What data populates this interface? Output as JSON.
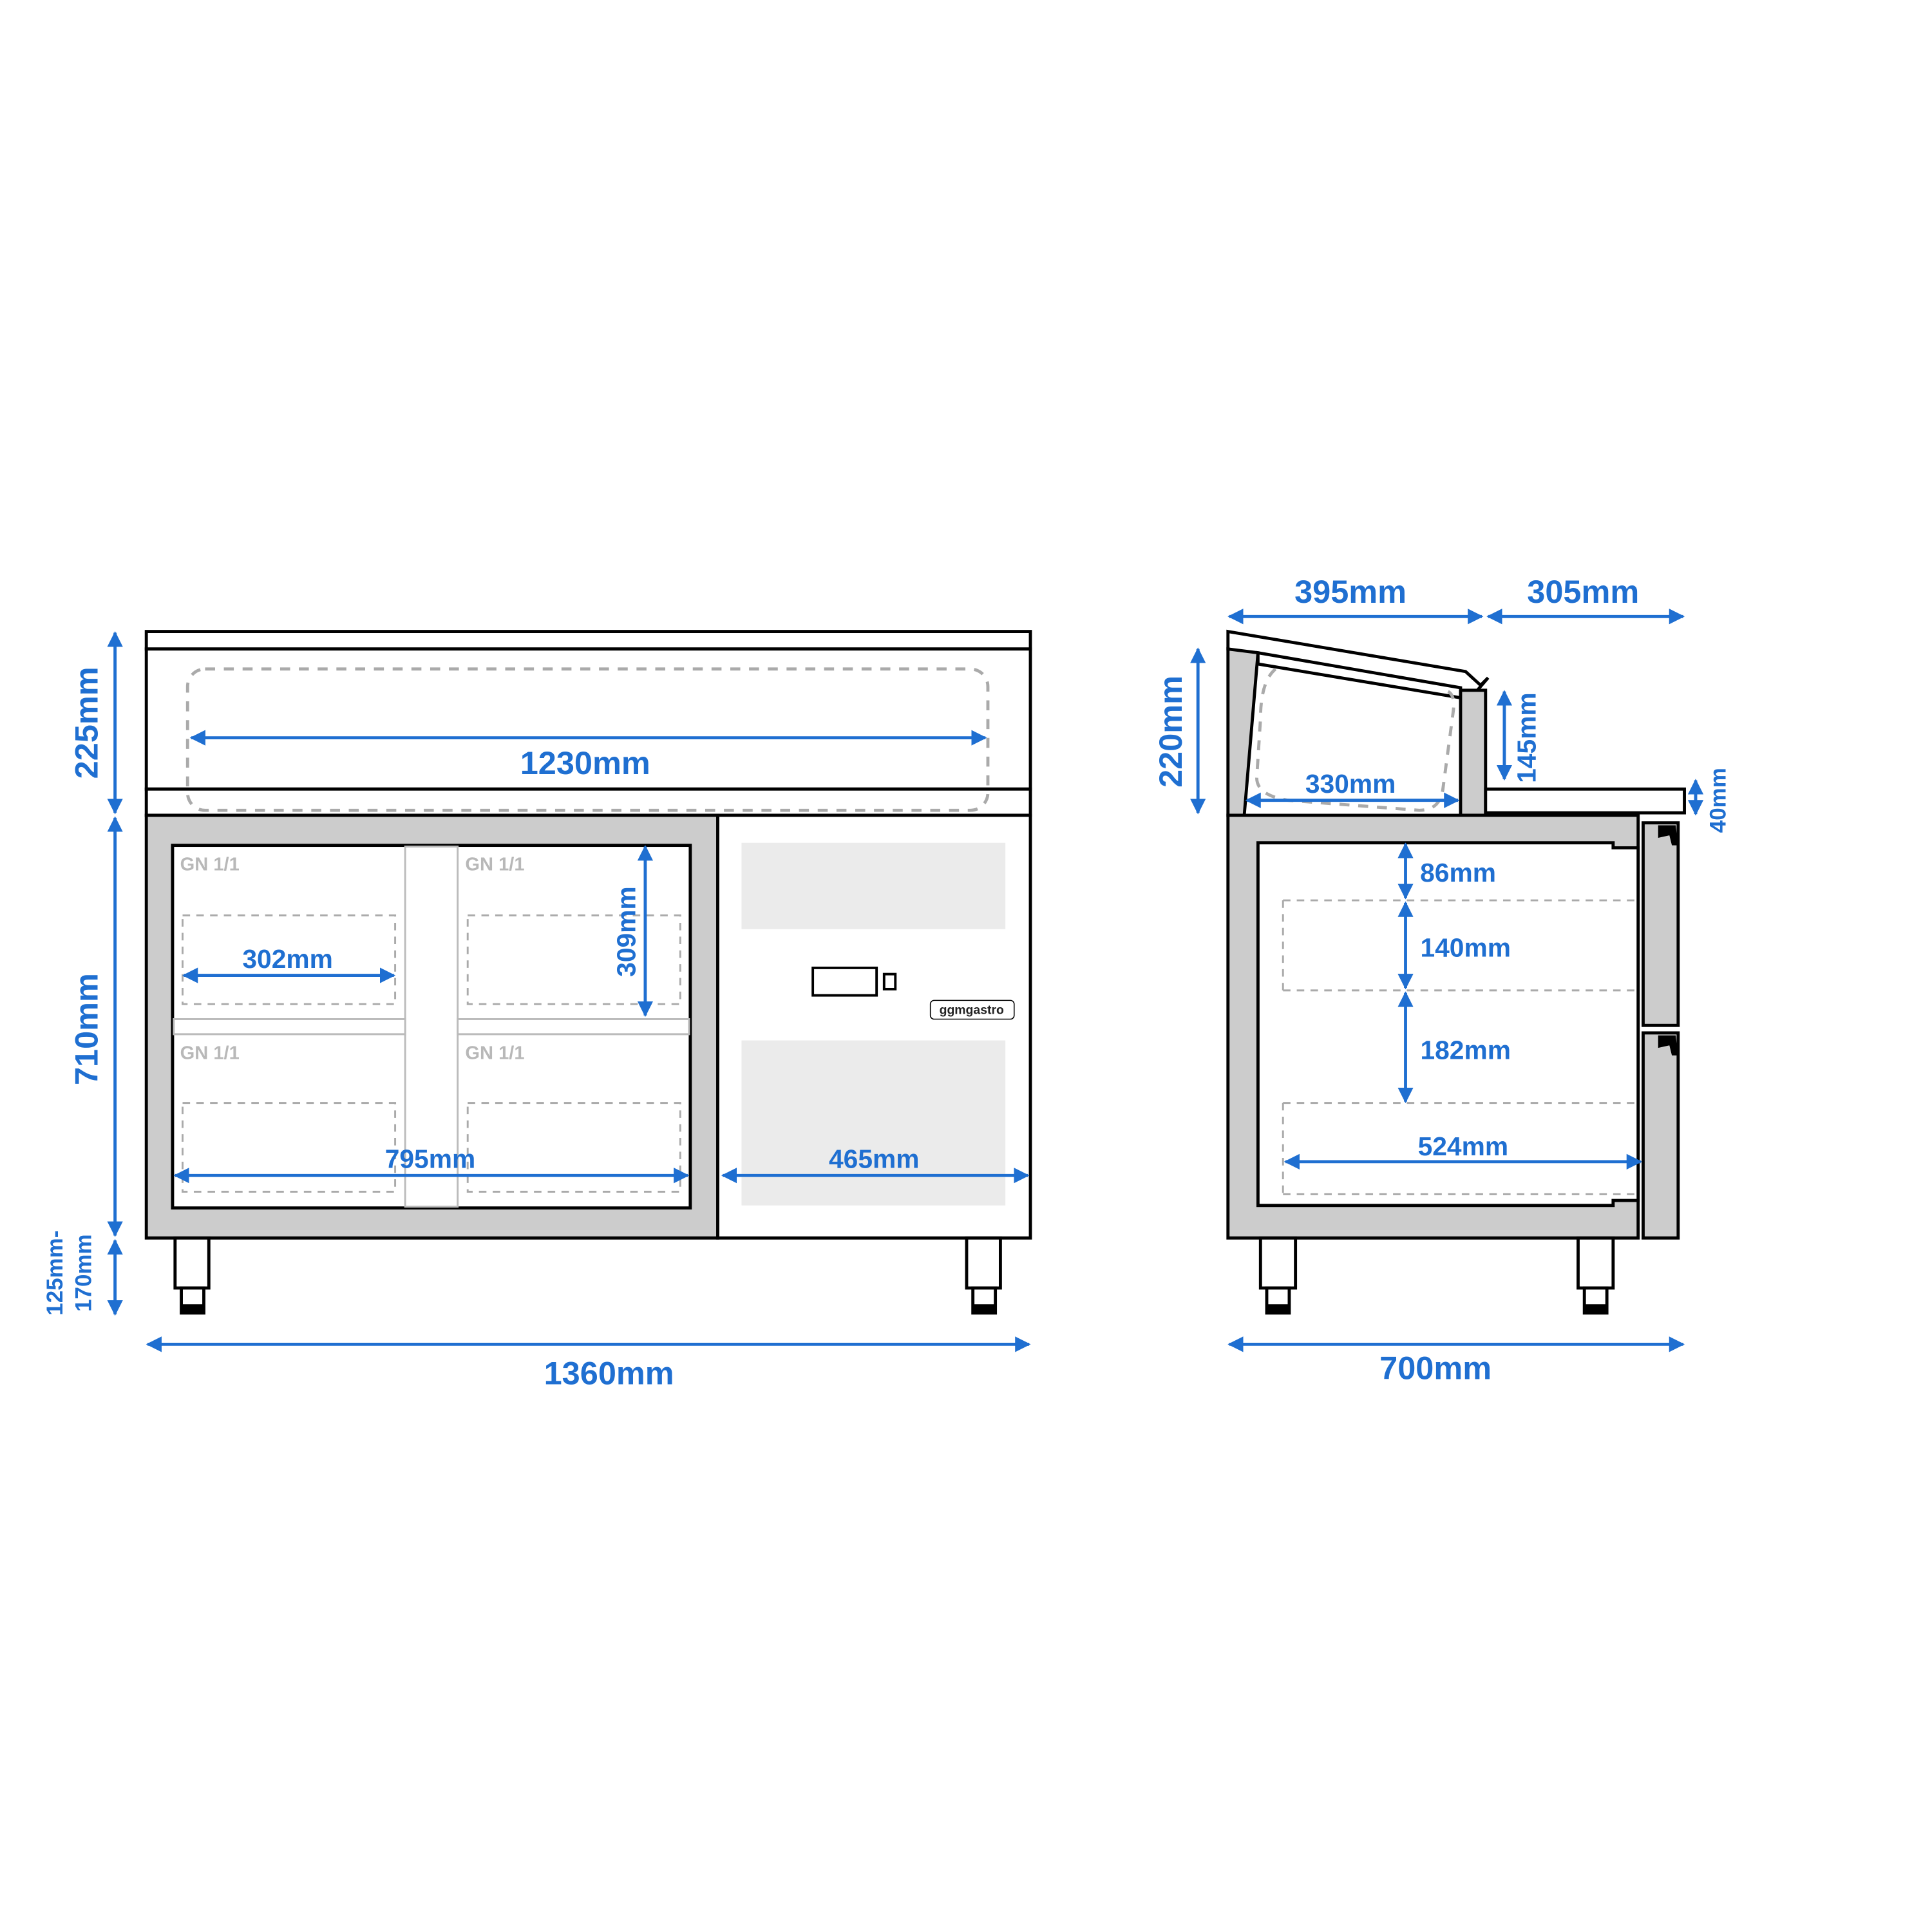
{
  "colors": {
    "dimension": "#1f6fd1",
    "body": "#cccccc",
    "panel": "#ebebeb",
    "outline": "#000000"
  },
  "brand": "ggmgastro",
  "front_view": {
    "gn_labels": [
      "GN 1/1",
      "GN 1/1",
      "GN 1/1",
      "GN 1/1"
    ],
    "dimensions": {
      "top_height": "225mm",
      "body_height": "710mm",
      "leg_height_line1": "125mm-",
      "leg_height_line2": "170mm",
      "total_width": "1360mm",
      "pan_area_width": "1230mm",
      "gn_width": "302mm",
      "gn_depth": "309mm",
      "door_width": "795mm",
      "panel_width": "465mm"
    }
  },
  "side_view": {
    "dimensions": {
      "lid_depth": "395mm",
      "worktop_depth": "305mm",
      "top_height": "220mm",
      "pan_height": "145mm",
      "worktop_thickness": "40mm",
      "pan_depth": "330mm",
      "top_gap": "86mm",
      "shelf_gap_1": "140mm",
      "shelf_gap_2": "182mm",
      "interior_depth": "524mm",
      "total_depth": "700mm"
    }
  }
}
